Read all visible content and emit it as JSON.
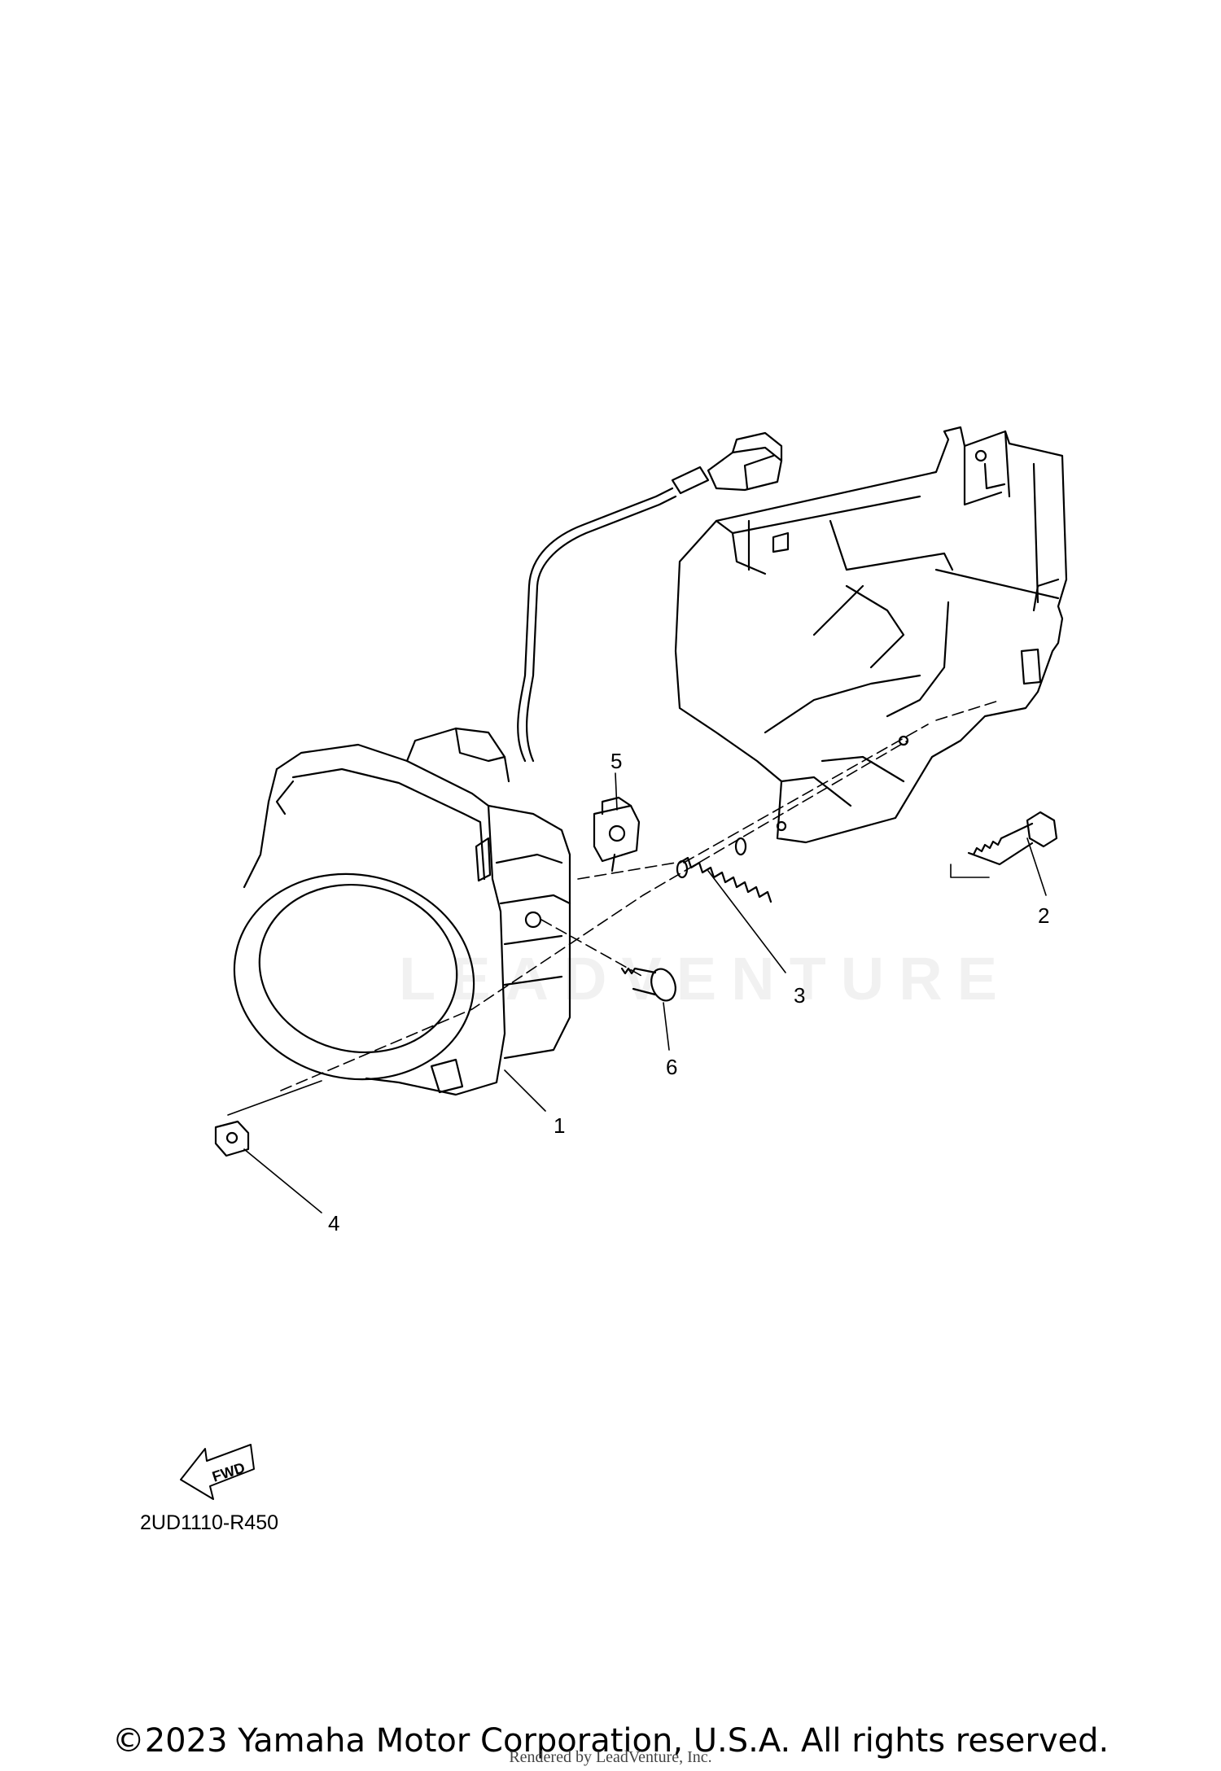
{
  "callouts": {
    "c1": "1",
    "c2": "2",
    "c3": "3",
    "c4": "4",
    "c5": "5",
    "c6": "6"
  },
  "fwd_arrow_label": "FWD",
  "diagram_code": "2UD1110-R450",
  "watermark_text": "LEADVENTURE",
  "copyright": "©2023 Yamaha Motor Corporation, U.S.A. All rights reserved.",
  "renderer": "Rendered by LeadVenture, Inc."
}
